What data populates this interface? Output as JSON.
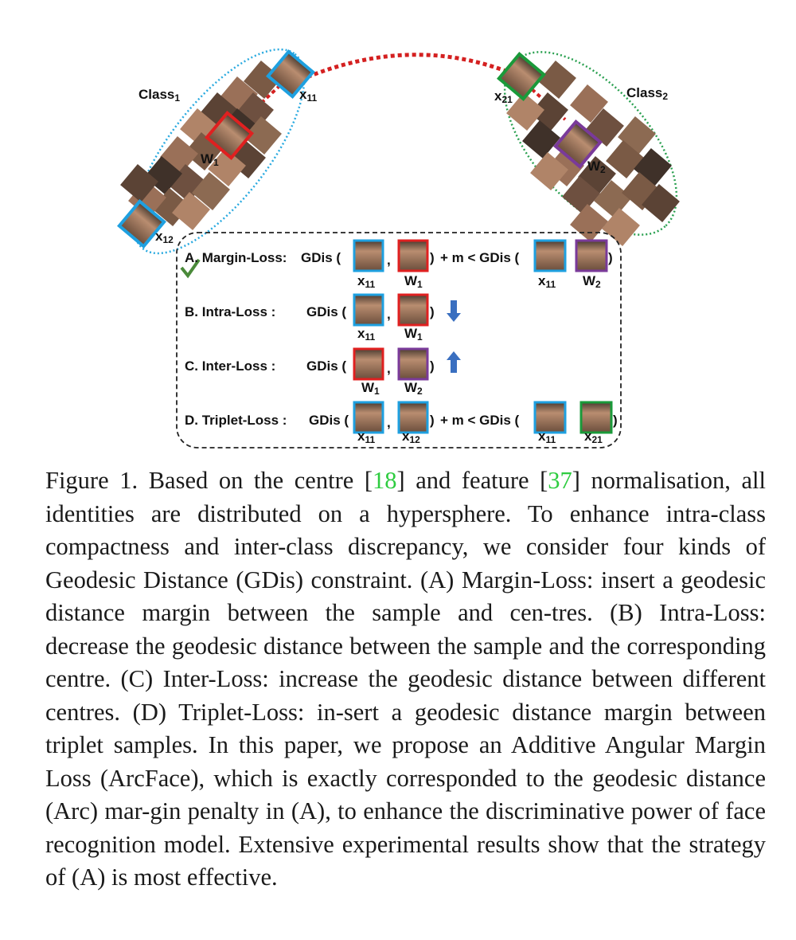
{
  "figure": {
    "class1_label": "Class",
    "class1_sub": "1",
    "class2_label": "Class",
    "class2_sub": "2",
    "x11": "x",
    "x11_sub": "11",
    "x12": "x",
    "x12_sub": "12",
    "x21": "x",
    "x21_sub": "21",
    "w1": "W",
    "w1_sub": "1",
    "w2": "W",
    "w2_sub": "2",
    "colors": {
      "x11_frame": "#1ea0e0",
      "w1_frame": "#e02020",
      "w2_frame": "#7a3a9a",
      "x21_frame": "#1a9a3a",
      "arc": "#d42020",
      "ellipse1": "#2aaae0",
      "ellipse2": "#2aa050",
      "arrow": "#3a6fc0"
    },
    "rows": [
      {
        "key": "A",
        "label": "A. Margin-Loss:",
        "gdis": "GDis (",
        "comma": ",",
        "close": ")",
        "suffix": "+ m < GDis (",
        "close2": ")"
      },
      {
        "key": "B",
        "label": "B. Intra-Loss :",
        "gdis": "GDis (",
        "comma": ",",
        "close": ")"
      },
      {
        "key": "C",
        "label": "C. Inter-Loss :",
        "gdis": "GDis (",
        "comma": ",",
        "close": ")"
      },
      {
        "key": "D",
        "label": "D. Triplet-Loss :",
        "gdis": "GDis (",
        "comma": ",",
        "close": ")",
        "suffix": "+ m < GDis (",
        "close2": ")"
      }
    ]
  },
  "caption": {
    "p1": "Figure 1. Based on the centre [",
    "ref1": "18",
    "p2": "] and feature [",
    "ref2": "37",
    "p3": "] normalisation, all identities are distributed on a hypersphere.  To enhance intra-class compactness and inter-class discrepancy, we consider four kinds of Geodesic Distance (GDis) constraint. (A) Margin-Loss: insert a geodesic distance margin between the sample and cen-tres. (B) Intra-Loss: decrease the geodesic distance between the sample and the corresponding centre. (C) Inter-Loss: increase the geodesic distance between different centres. (D) Triplet-Loss: in-sert a geodesic distance margin between triplet samples.  In this paper, we propose an Additive Angular Margin Loss (ArcFace), which is exactly corresponded to the geodesic distance (Arc) mar-gin penalty in (A), to enhance the discriminative power of face recognition model.  Extensive experimental results show that the strategy of (A) is most effective."
  }
}
